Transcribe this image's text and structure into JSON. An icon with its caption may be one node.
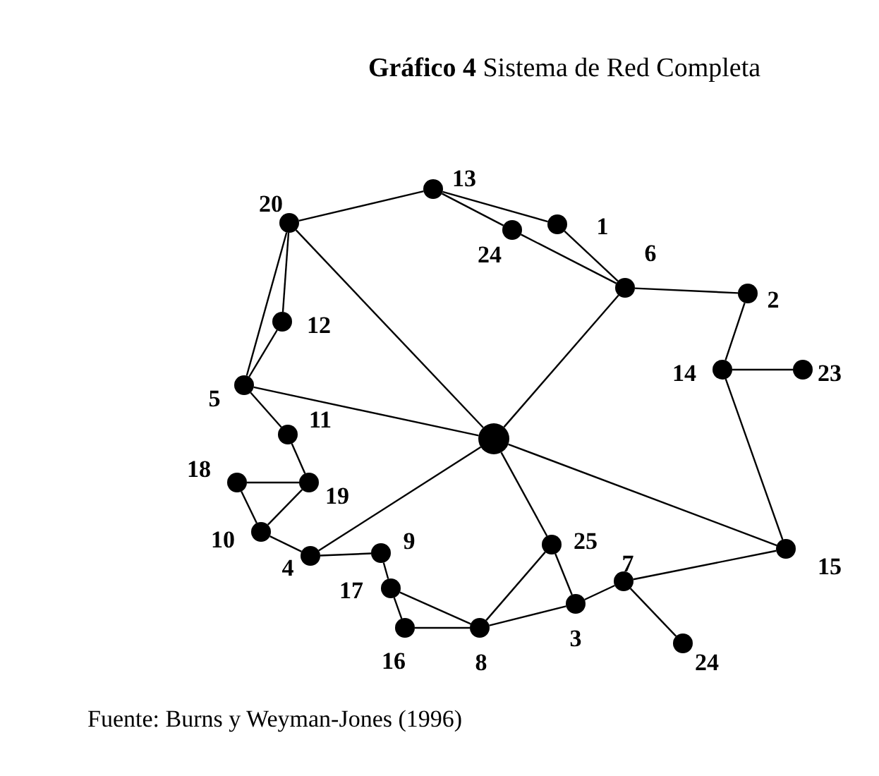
{
  "diagram": {
    "title": "**Gráfico 4** Sistema de Red Completa",
    "caption": "Fuente: Burns y Weyman-Jones (1996)",
    "nodes": [
      {
        "text": [],
        "shape": "circle"
      },
      {
        "text": [],
        "shape": "circle",
        "beside": [
          "20"
        ]
      },
      {
        "text": [],
        "shape": "circle",
        "beside": [
          "13"
        ]
      },
      {
        "text": [],
        "shape": "circle",
        "beside": [
          "24"
        ]
      },
      {
        "text": [],
        "shape": "circle",
        "beside": [
          "1"
        ]
      },
      {
        "text": [],
        "shape": "circle",
        "beside": [
          "6"
        ]
      },
      {
        "text": [],
        "shape": "circle",
        "beside": [
          "2"
        ]
      },
      {
        "text": [],
        "shape": "circle",
        "beside": [
          "12"
        ]
      },
      {
        "text": [],
        "shape": "circle",
        "beside": [
          "14"
        ]
      },
      {
        "text": [],
        "shape": "circle",
        "beside": [
          "23"
        ]
      },
      {
        "text": [],
        "shape": "circle",
        "beside": [
          "5"
        ]
      },
      {
        "text": [],
        "shape": "circle",
        "beside": [
          "11"
        ]
      },
      {
        "text": [],
        "shape": "circle",
        "beside": [
          "18"
        ]
      },
      {
        "text": [],
        "shape": "circle",
        "beside": [
          "19"
        ]
      },
      {
        "text": [],
        "shape": "circle",
        "beside": [
          "10"
        ]
      },
      {
        "text": [],
        "shape": "circle",
        "beside": [
          "4"
        ]
      },
      {
        "text": [],
        "shape": "circle",
        "beside": [
          "9"
        ]
      },
      {
        "text": [],
        "shape": "circle",
        "beside": [
          "25"
        ]
      },
      {
        "text": [],
        "shape": "circle",
        "beside": [
          "15"
        ]
      },
      {
        "text": [],
        "shape": "circle",
        "beside": [
          "7"
        ]
      },
      {
        "text": [],
        "shape": "circle",
        "beside": [
          "17"
        ]
      },
      {
        "text": [],
        "shape": "circle",
        "beside": [
          "3"
        ]
      },
      {
        "text": [],
        "shape": "circle",
        "beside": [
          "16"
        ]
      },
      {
        "text": [],
        "shape": "circle",
        "beside": [
          "8"
        ]
      },
      {
        "text": [],
        "shape": "circle",
        "beside": [
          "24"
        ]
      }
    ],
    "edges": [
      {
        "from": 1,
        "to": 2,
        "arrow": "none"
      },
      {
        "from": 2,
        "to": 4,
        "arrow": "none"
      },
      {
        "from": 2,
        "to": 3,
        "arrow": "none"
      },
      {
        "from": 4,
        "to": 5,
        "arrow": "none"
      },
      {
        "from": 3,
        "to": 5,
        "arrow": "none"
      },
      {
        "from": 1,
        "to": 7,
        "arrow": "none"
      },
      {
        "from": 1,
        "to": 10,
        "arrow": "none"
      },
      {
        "from": 7,
        "to": 10,
        "arrow": "none"
      },
      {
        "from": 1,
        "to": 0,
        "arrow": "none"
      },
      {
        "from": 5,
        "to": 0,
        "arrow": "none"
      },
      {
        "from": 5,
        "to": 6,
        "arrow": "none"
      },
      {
        "from": 6,
        "to": 8,
        "arrow": "none"
      },
      {
        "from": 8,
        "to": 9,
        "arrow": "none"
      },
      {
        "from": 8,
        "to": 18,
        "arrow": "none"
      },
      {
        "from": 0,
        "to": 18,
        "arrow": "none"
      },
      {
        "from": 10,
        "to": 0,
        "arrow": "none"
      },
      {
        "from": 10,
        "to": 11,
        "arrow": "none"
      },
      {
        "from": 11,
        "to": 13,
        "arrow": "none"
      },
      {
        "from": 13,
        "to": 12,
        "arrow": "none"
      },
      {
        "from": 12,
        "to": 14,
        "arrow": "none"
      },
      {
        "from": 13,
        "to": 14,
        "arrow": "none"
      },
      {
        "from": 14,
        "to": 15,
        "arrow": "none"
      },
      {
        "from": 15,
        "to": 0,
        "arrow": "none"
      },
      {
        "from": 15,
        "to": 16,
        "arrow": "none"
      },
      {
        "from": 16,
        "to": 20,
        "arrow": "none"
      },
      {
        "from": 20,
        "to": 22,
        "arrow": "none"
      },
      {
        "from": 20,
        "to": 23,
        "arrow": "none"
      },
      {
        "from": 22,
        "to": 23,
        "arrow": "none"
      },
      {
        "from": 0,
        "to": 17,
        "arrow": "none"
      },
      {
        "from": 17,
        "to": 23,
        "arrow": "none"
      },
      {
        "from": 17,
        "to": 21,
        "arrow": "none"
      },
      {
        "from": 23,
        "to": 21,
        "arrow": "none"
      },
      {
        "from": 21,
        "to": 19,
        "arrow": "none"
      },
      {
        "from": 19,
        "to": 18,
        "arrow": "none"
      },
      {
        "from": 19,
        "to": 24,
        "arrow": "none"
      }
    ]
  }
}
